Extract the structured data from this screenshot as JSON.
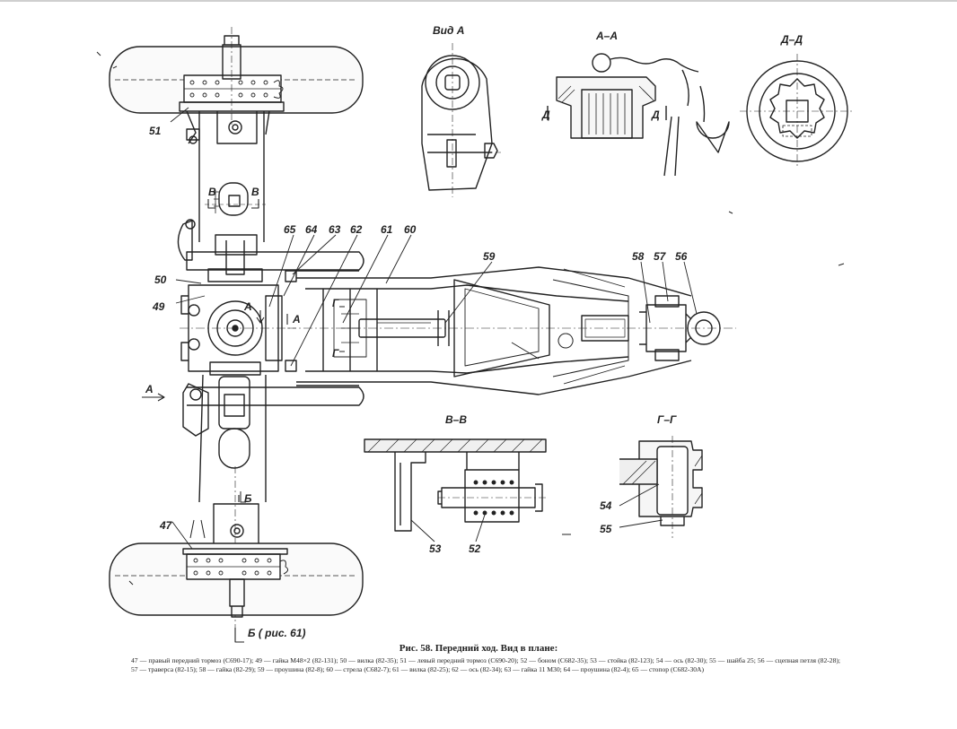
{
  "figure": {
    "caption_title": "Рис. 58. Передний ход. Вид в плане:",
    "caption_text": "47 — правый передний тормоз (С690-17); 49 — гайка М48×2 (82-131); 50 — вилка (82-35); 51 — левый передний тормоз (С690-20); 52 — боном (С682-35); 53 — стойка (82-123); 54 — ось (82-30); 55 — шайба 25; 56 — сцепная петля (82-28); 57 — траверса (82-15); 58 — гайка (82-29); 59 — проушина (82-8); 60 — стрела (С682-7); 61 — вилка (82-25); 62 — ось (82-34); 63 — гайка 11 М30; 64 — проушина (82-4); 65 — стопор (С682-30А)"
  },
  "views": {
    "vid_a": "Вид А",
    "sec_aa": "А–А",
    "sec_dd": "Д–Д",
    "sec_vv": "В–В",
    "sec_gg": "Г–Г"
  },
  "marks": {
    "a": "А",
    "d": "Д",
    "v": "В",
    "g": "Г",
    "b": "Б",
    "b_ref": "Б ( рис. 61)"
  },
  "parts": {
    "p47": "47",
    "p49": "49",
    "p50": "50",
    "p51": "51",
    "p52": "52",
    "p53": "53",
    "p54": "54",
    "p55": "55",
    "p56": "56",
    "p57": "57",
    "p58": "58",
    "p59": "59",
    "p60": "60",
    "p61": "61",
    "p62": "62",
    "p63": "63",
    "p64": "64",
    "p65": "65"
  }
}
